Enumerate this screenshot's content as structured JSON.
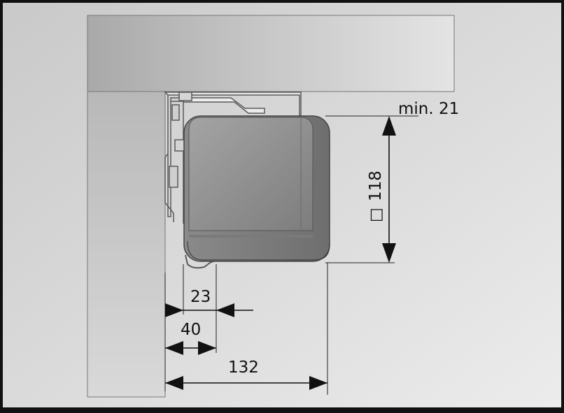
{
  "dimensions": {
    "min_clearance": "min. 21",
    "cross_section": "118",
    "inner_offset": "23",
    "bracket_depth": "40",
    "total_depth": "132"
  },
  "symbols": {
    "square": "□"
  },
  "colors": {
    "frame": "#111111",
    "background": "#d6d6d6",
    "wall": "#c7c7c7",
    "housing": "#8f8f8f",
    "housing_shadow": "#7a7a7a",
    "line": "#222222"
  }
}
